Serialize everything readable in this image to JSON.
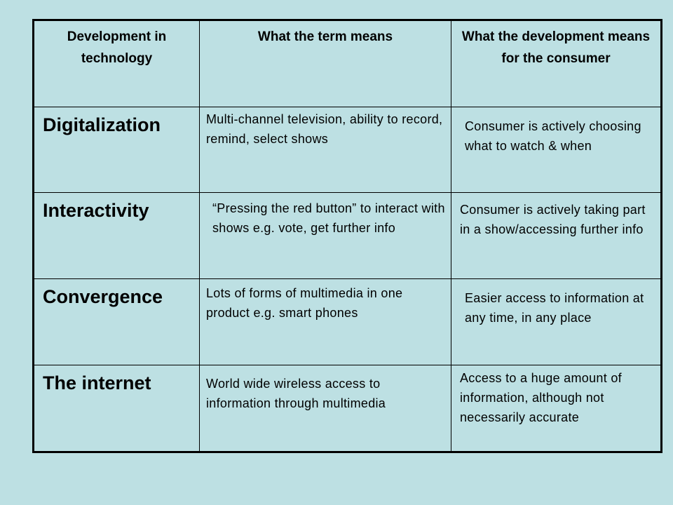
{
  "table": {
    "headers": [
      "Development in technology",
      "What the term means",
      "What the development means for the consumer"
    ],
    "rows": [
      {
        "term": "Digitalization",
        "meaning": "Multi-channel television, ability to record, remind, select shows",
        "consumer": "Consumer is actively choosing what to watch & when"
      },
      {
        "term": "Interactivity",
        "meaning": "“Pressing the red button” to interact with shows e.g. vote, get further info",
        "consumer": "Consumer is actively taking part in a show/accessing further info"
      },
      {
        "term": "Convergence",
        "meaning": "Lots of forms of multimedia in one product e.g. smart phones",
        "consumer": "Easier access to information at any time, in any place"
      },
      {
        "term": "The internet",
        "meaning": "World wide wireless access to information through multimedia",
        "consumer": "Access to a huge amount of information, although not necessarily accurate"
      }
    ]
  },
  "colors": {
    "background": "#bde0e3",
    "border": "#000000"
  }
}
